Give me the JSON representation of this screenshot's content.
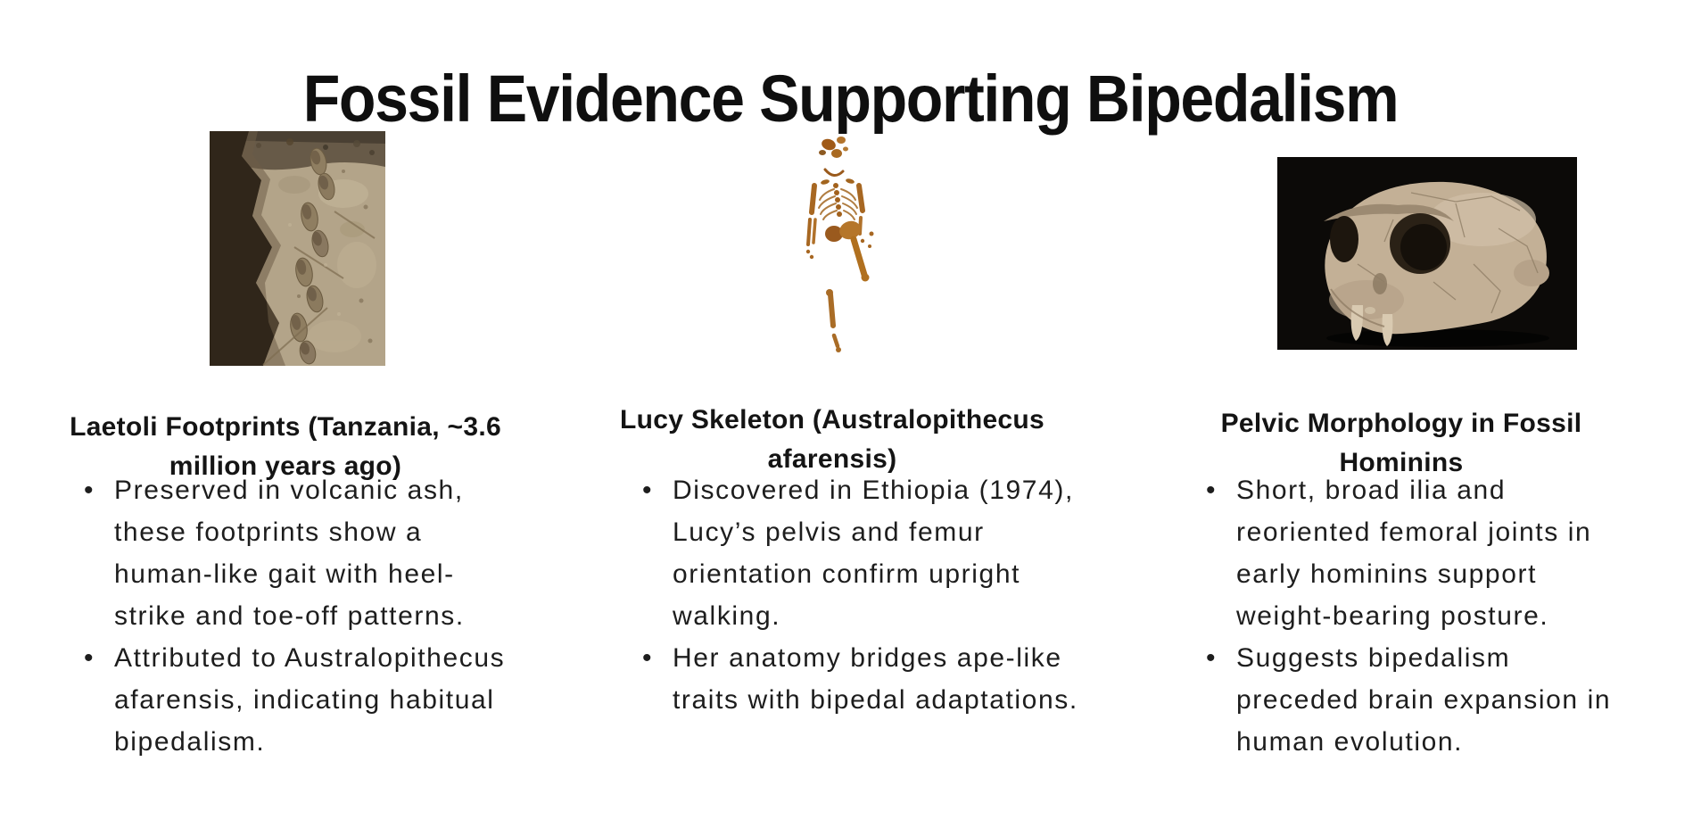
{
  "page": {
    "title": "Fossil Evidence Supporting Bipedalism",
    "background_color": "#ffffff",
    "text_color": "#1d1d1d"
  },
  "ui": {
    "bullet_glyph": "•"
  },
  "columns": [
    {
      "id": "laetoli-footprints",
      "image": "laetoli-footprints-photo",
      "heading": "Laetoli Footprints (Tanzania, ~3.6 million years ago)",
      "bullets": [
        "Preserved in volcanic ash, these footprints show a human-like gait with heel-strike and toe-off patterns.",
        "Attributed to Australopithecus afarensis, indicating habitual bipedalism."
      ]
    },
    {
      "id": "lucy-skeleton",
      "image": "lucy-skeleton-photo",
      "heading": "Lucy Skeleton (Australopithecus afarensis)",
      "bullets": [
        "Discovered in Ethiopia (1974), Lucy’s pelvis and femur orientation confirm upright walking.",
        "Her anatomy bridges ape-like traits with bipedal adaptations."
      ]
    },
    {
      "id": "pelvic-morphology",
      "image": "fossil-hominin-skull-photo",
      "heading": "Pelvic Morphology in Fossil Hominins",
      "bullets": [
        "Short, broad ilia and reoriented femoral joints in early hominins support weight-bearing posture.",
        "Suggests bipedalism preceded brain expansion in human evolution."
      ]
    }
  ]
}
